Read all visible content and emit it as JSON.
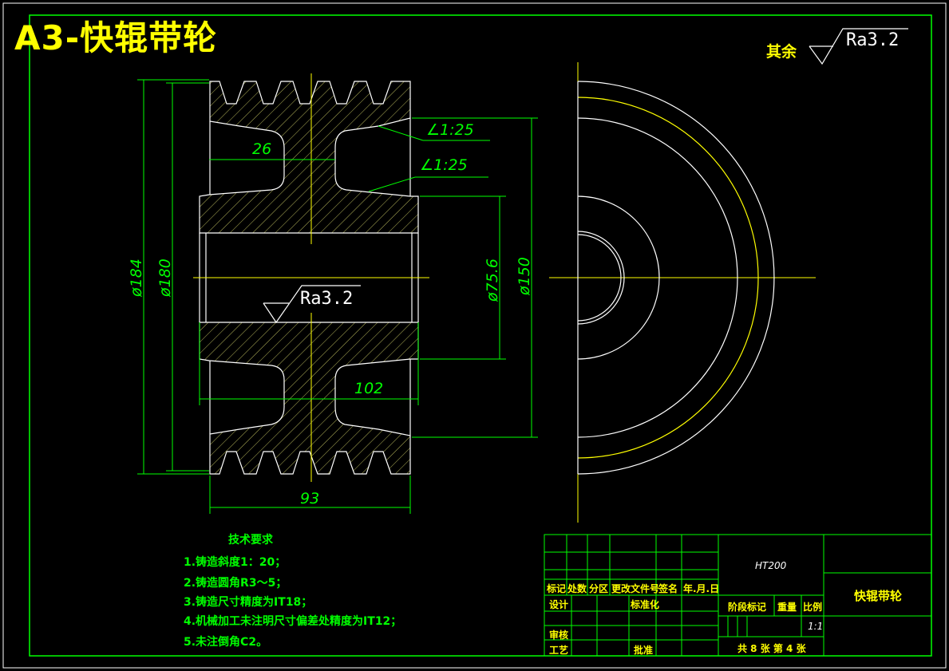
{
  "sheet": {
    "title": "A3-快辊带轮",
    "surface_default_label": "其余",
    "ra_top": "Ra3.2",
    "ra_bore": "Ra3.2"
  },
  "dimensions": {
    "d184": "ø184",
    "d180": "ø180",
    "d75_6": "ø75.6",
    "d150": "ø150",
    "w26": "26",
    "w102": "102",
    "w93": "93",
    "taper1": "∠1:25",
    "taper2": "∠1:25"
  },
  "tech_requirements": {
    "heading": "技术要求",
    "items": [
      "1.铸造斜度1：20；",
      "2.铸造圆角R3～5；",
      "3.铸造尺寸精度为IT18；",
      "4.机械加工未注明尺寸偏差处精度为IT12；",
      "5.未注倒角C2。"
    ]
  },
  "title_block": {
    "material": "HT200",
    "part_name": "快辊带轮",
    "row_labels": [
      "标记",
      "处数",
      "分区",
      "更改文件号",
      "签名",
      "年.月.日"
    ],
    "design": "设计",
    "standardize": "标准化",
    "stage_mark": "阶段标记",
    "weight": "重量",
    "ratio": "比例",
    "ratio_value": "1:1",
    "review": "审核",
    "craft": "工艺",
    "approve": "批准",
    "sheets": "共 8 张 第 4 张"
  },
  "colors": {
    "line_white": "#ffffff",
    "dim_green": "#00ff00",
    "text_yellow": "#ffff00",
    "hatch": "#c8c864"
  }
}
